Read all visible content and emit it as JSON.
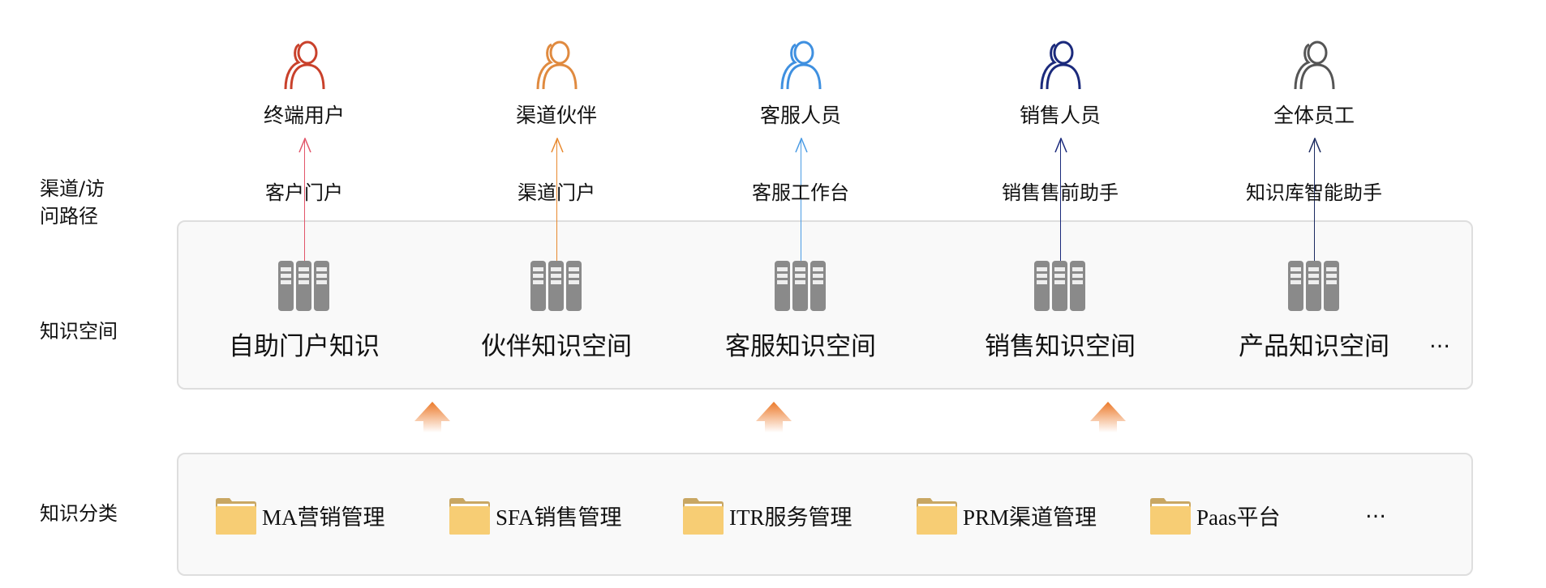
{
  "row_labels": {
    "channel": "渠道/访\n问路径",
    "channel_l1": "渠道/访",
    "channel_l2": "问路径",
    "space": "知识空间",
    "category": "知识分类"
  },
  "columns": [
    {
      "user": "终端用户",
      "channel": "客户门户",
      "space": "自助门户知识",
      "color": "#c9412b",
      "line_color": "#e2566a"
    },
    {
      "user": "渠道伙伴",
      "channel": "渠道门户",
      "space": "伙伴知识空间",
      "color": "#e08a3f",
      "line_color": "#e8892f"
    },
    {
      "user": "客服人员",
      "channel": "客服工作台",
      "space": "客服知识空间",
      "color": "#3f90e0",
      "line_color": "#4a9be4"
    },
    {
      "user": "销售人员",
      "channel": "销售售前助手",
      "space": "销售知识空间",
      "color": "#1b2a7c",
      "line_color": "#1b2a7c"
    },
    {
      "user": "全体员工",
      "channel": "知识库智能助手",
      "space": "产品知识空间",
      "color": "#555555",
      "line_color": "#1b2a60"
    }
  ],
  "space_more": "…",
  "categories": [
    "MA营销管理",
    "SFA销售管理",
    "ITR服务管理",
    "PRM渠道管理",
    "Paas平台"
  ],
  "category_more": "…"
}
